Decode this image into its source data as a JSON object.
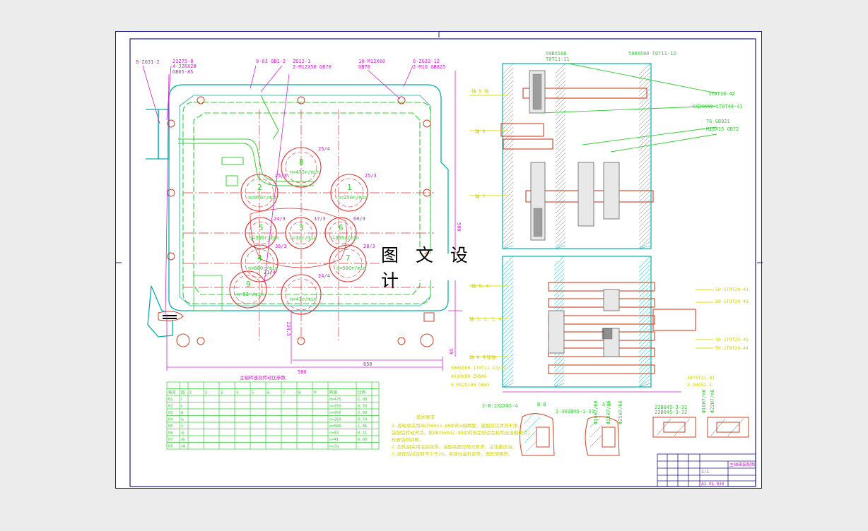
{
  "watermark": "图 文 设 计",
  "left_view": {
    "top_labels": [
      "8-ZG31-2",
      "21Z75-8",
      "4-JZ6X28",
      "GB65-85",
      "8-63 GB1-2",
      "ZG12-1",
      "2-M12X50 GB70",
      "10-M12X60",
      "GB70",
      "6-ZG32-12",
      "2-M16 GB825"
    ],
    "gears": [
      {
        "no": "8",
        "speed": "n=475r/min",
        "teeth": "25/4"
      },
      {
        "no": "1",
        "speed": "n=250r/min",
        "teeth": "25/3"
      },
      {
        "no": "2",
        "speed": "n=950r/min",
        "teeth": "25/3"
      },
      {
        "no": "3",
        "speed": "n=3ar/min",
        "teeth": "17/3"
      },
      {
        "no": "5",
        "speed": "n=350r/min",
        "teeth": "24/3"
      },
      {
        "no": "6",
        "speed": "n=350r/min",
        "teeth": "60/3"
      },
      {
        "no": "7",
        "speed": "n=500r/min",
        "teeth": "28/3"
      },
      {
        "no": "4",
        "speed": "n=500r/min",
        "teeth": "36/3"
      },
      {
        "no": "9",
        "speed": "n=53r/min",
        "teeth": "21/4"
      },
      {
        "no": "",
        "speed": "n=41r/min",
        "teeth": "24/4"
      }
    ],
    "dims": [
      "580",
      "850",
      "500",
      "124.5",
      "30"
    ]
  },
  "right_view": {
    "top_labels": [
      "500X500 T0T11-12",
      "50BX500",
      "T0T11-11",
      "4X24X40-1T0T44-41",
      "1T0T30-42",
      "T6 GB921",
      "M10X15 GB72"
    ],
    "axis_labels": [
      "轴 8 轴",
      "轴 9",
      "轴 7",
      "轴 5、6",
      "轴 1、2、3、4",
      "轴 8 手轮轴"
    ],
    "right_callouts": [
      "50-1T0T29-41",
      "50-1T0T29-43",
      "50-1T0T25-45",
      "50-1T0T29-44",
      "30T0T31-81",
      "2-30G51-1"
    ],
    "bottom_callouts": [
      "500X500-1T0T11-13/32",
      "4X20X50 ZX8X6",
      "6-M12X100 GB65"
    ]
  },
  "table": {
    "title": "主轴转速及传动比参数",
    "headers": [
      "轴号",
      "齿",
      "1",
      "2",
      "3",
      "4",
      "5",
      "6",
      "7",
      "8",
      "9",
      "转速",
      "比例"
    ],
    "rows": [
      [
        "01",
        "ⅰ",
        "",
        "",
        "",
        "",
        "",
        "",
        "",
        "",
        "",
        "n=475",
        "1.00"
      ],
      [
        "02",
        "ⅱ",
        "",
        "",
        "",
        "",
        "",
        "",
        "",
        "",
        "",
        "n=250",
        "0.53"
      ],
      [
        "03",
        "ⅲ",
        "",
        "",
        "",
        "",
        "",
        "",
        "",
        "",
        "",
        "n=950",
        "2.00"
      ],
      [
        "04",
        "ⅳ",
        "",
        "",
        "",
        "",
        "",
        "",
        "",
        "",
        "",
        "n=350",
        "0.74"
      ],
      [
        "05",
        "ⅴ",
        "",
        "",
        "",
        "",
        "",
        "",
        "",
        "",
        "",
        "n=500",
        "1.05"
      ],
      [
        "06",
        "ⅵ",
        "",
        "",
        "",
        "",
        "",
        "",
        "",
        "",
        "",
        "n=53",
        "0.11"
      ],
      [
        "07",
        "ⅶ",
        "",
        "",
        "",
        "",
        "",
        "",
        "",
        "",
        "",
        "n=41",
        "0.09"
      ],
      [
        "08",
        "ⅷ",
        "",
        "",
        "",
        "",
        "",
        "",
        "",
        "",
        "",
        "n=3a",
        "-"
      ]
    ]
  },
  "notes": {
    "title": "技术要求",
    "lines": [
      "1.各轴承采用ZBJ56011-89中的3级精度，装配前应清洗干净，",
      "装配后转动灵活。按ZBJ56012-89中的规定检验齿轮啮合接触斑点；",
      "检查齿侧间隙。",
      "2.齿轮副采用油浴润滑，油面高度应符合要求，注油量适当。",
      "3.装配后试运转不少于2h，各部分温升正常，无异常噪声。"
    ]
  },
  "section_labels": [
    "B-B",
    "A-A"
  ],
  "detail_labels": [
    "2-B-2X2X45-4",
    "2-30ZB45-1-31",
    "Φ16H7/k6",
    "Φ20H7/n6",
    "Φ25H7/k6",
    "22B045-3-31",
    "22B045-3-32",
    "Φ16H7/n6",
    "Φ22H7/n6"
  ],
  "title_block": {
    "drawing_name": "主轴箱装配图",
    "scale": "1:1",
    "drawing_no": "A1 01 010"
  }
}
